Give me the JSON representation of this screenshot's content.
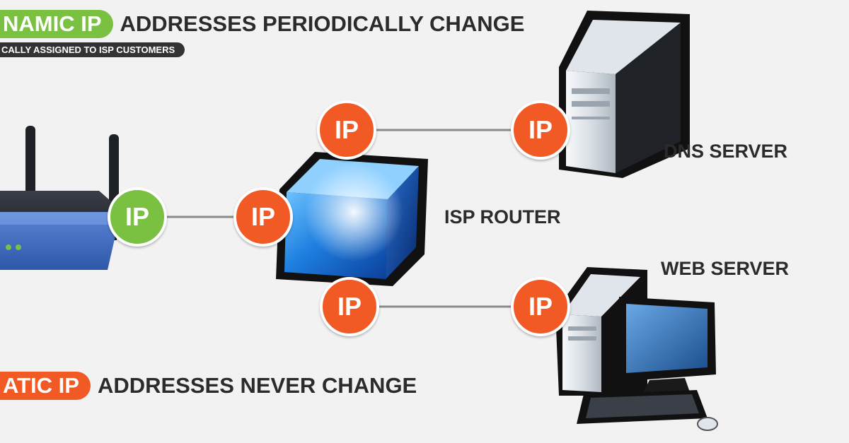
{
  "colors": {
    "dynamic": "#7ac142",
    "static": "#f15a24",
    "text": "#2b2b2b",
    "background": "#f2f2f2"
  },
  "header": {
    "dynamic_pill": "NAMIC IP",
    "dynamic_text": "ADDRESSES PERIODICALLY CHANGE",
    "dynamic_sub": "CALLY ASSIGNED TO ISP CUSTOMERS"
  },
  "footer": {
    "static_pill": "ATIC IP",
    "static_text": "ADDRESSES NEVER CHANGE"
  },
  "labels": {
    "dns_server": "DNS SERVER",
    "isp_router": "ISP ROUTER",
    "web_server": "WEB SERVER"
  },
  "badges": {
    "home_router": "IP",
    "isp_router_left": "IP",
    "isp_router_top": "IP",
    "isp_router_bottom": "IP",
    "dns_server": "IP",
    "web_server": "IP"
  }
}
